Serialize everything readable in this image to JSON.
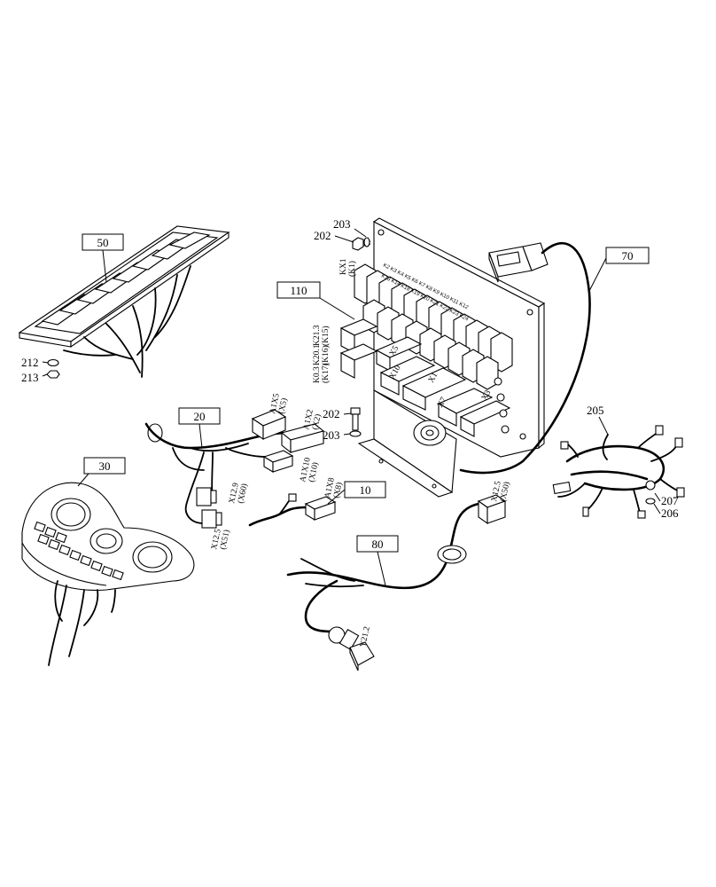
{
  "callouts": {
    "c50": "50",
    "c110": "110",
    "c70": "70",
    "c20": "20",
    "c30": "30",
    "c10": "10",
    "c80": "80"
  },
  "part_labels": {
    "p203a": "203",
    "p202a": "202",
    "p212": "212",
    "p213": "213",
    "p202b": "202",
    "p203b": "203",
    "p205": "205",
    "p207": "207",
    "p206": "206"
  },
  "connector_labels": {
    "a1x5": "A1X5",
    "x5": "(X5)",
    "a1x2": "A1X2",
    "x2": "(X2)",
    "a1x10": "A1X10",
    "x10": "(X10)",
    "a1x8": "A1X8",
    "x8": "(X8)",
    "x129": "X12.9",
    "x60": "(X60)",
    "x125a": "X12.5",
    "x51": "(X51)",
    "x125b": "X12.5",
    "x50": "(X50)",
    "y212": "Y21.2",
    "kx1": "KX1",
    "k1": "(K1)",
    "k213": "K21.3",
    "k15": "(K15)",
    "k201": "K20.1",
    "k16": "(K16)",
    "k03": "K0.3",
    "k17": "(K17)",
    "x5b": "X5",
    "x1": "X1",
    "x3": "X3",
    "x7": "X7",
    "x10b": "X10"
  }
}
